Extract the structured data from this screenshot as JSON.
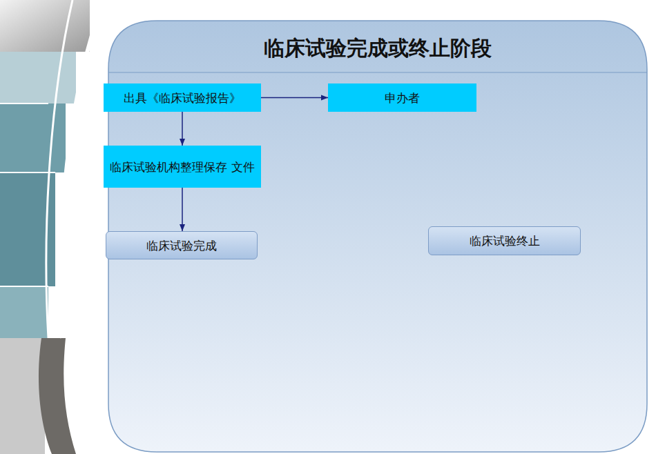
{
  "diagram": {
    "title": "临床试验完成或终止阶段",
    "nodes": [
      {
        "text": [
          "出具《临床试验报告》"
        ]
      },
      {
        "text": [
          "申办者"
        ]
      },
      {
        "text": [
          "临床试验机构整理保存 文件"
        ]
      },
      {
        "text": [
          "临床试验完成"
        ]
      },
      {
        "text": [
          "临床试验终止"
        ]
      }
    ],
    "edges": [
      {
        "from": 0,
        "to": 1,
        "arrow": "to"
      },
      {
        "from": 0,
        "to": 2,
        "arrow": "to"
      },
      {
        "from": 2,
        "to": 3,
        "arrow": "to"
      }
    ]
  }
}
